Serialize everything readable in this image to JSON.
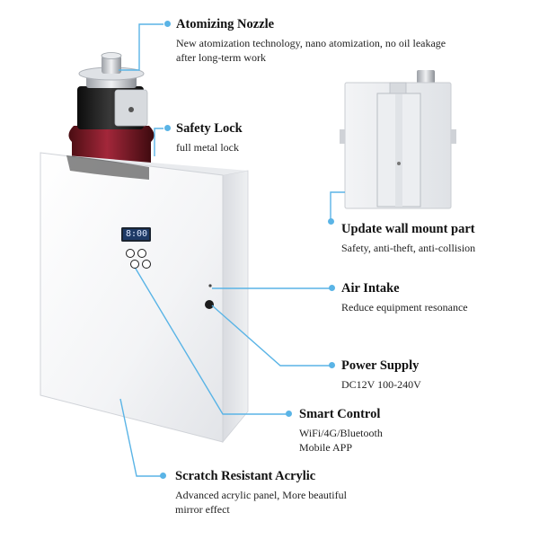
{
  "accent_color": "#5ab4e6",
  "display_reading": "8:00",
  "callouts": {
    "nozzle": {
      "title": "Atomizing Nozzle",
      "desc": "New atomization technology, nano atomization, no oil leakage after long-term work"
    },
    "lock": {
      "title": "Safety Lock",
      "desc": "full metal lock"
    },
    "wallmount": {
      "title": "Update wall mount part",
      "desc": "Safety, anti-theft, anti-collision"
    },
    "air": {
      "title": "Air Intake",
      "desc": "Reduce equipment resonance"
    },
    "power": {
      "title": "Power Supply",
      "desc": "DC12V 100-240V"
    },
    "smart": {
      "title": "Smart Control",
      "desc_lines": [
        "WiFi/4G/Bluetooth",
        "Mobile APP"
      ]
    },
    "acrylic": {
      "title": "Scratch Resistant Acrylic",
      "desc": "Advanced acrylic panel, More beautiful mirror effect"
    }
  },
  "icons": [
    "blue-callout-dot-icon",
    "control-button-icon"
  ]
}
